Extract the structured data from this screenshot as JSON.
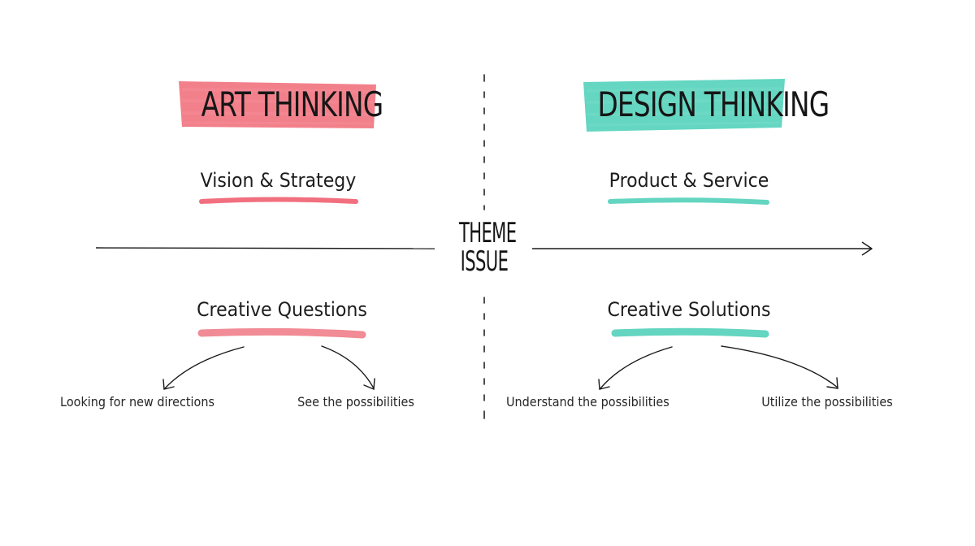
{
  "colors": {
    "art_accent": "#f06a77",
    "design_accent": "#4fd0b8",
    "ink": "#1a1a1a",
    "background": "#ffffff"
  },
  "center": {
    "line1": "THEME",
    "line2": "ISSUE"
  },
  "art": {
    "title": "ART THINKING",
    "upper_label": "Vision & Strategy",
    "lower_label": "Creative Questions",
    "branch_left": "Looking for new directions",
    "branch_right": "See the possibilities"
  },
  "design": {
    "title": "DESIGN THINKING",
    "upper_label": "Product & Service",
    "lower_label": "Creative Solutions",
    "branch_left": "Understand the possibilities",
    "branch_right": "Utilize the possibilities"
  }
}
